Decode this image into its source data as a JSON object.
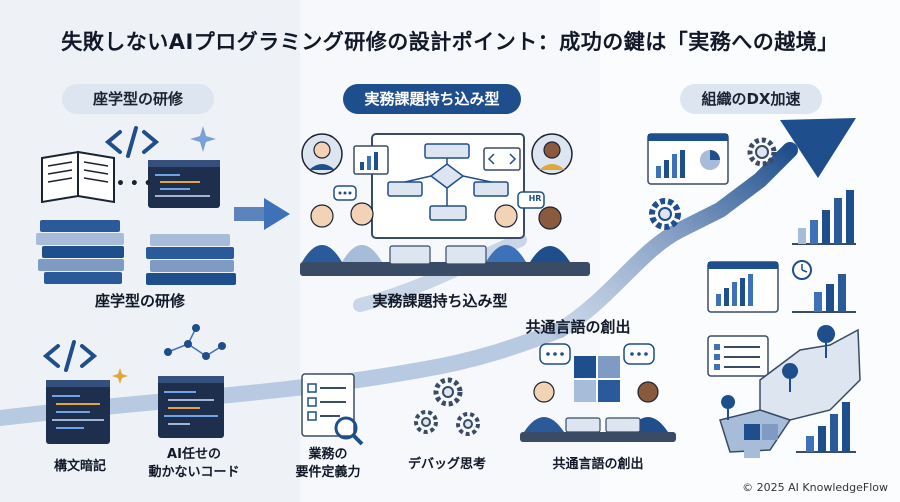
{
  "title": "失敗しないAIプログラミング研修の設計ポイント：成功の鍵は「実務への越境」",
  "sections": {
    "left": {
      "header": "座学型の研修",
      "label": "座学型の研修"
    },
    "middle": {
      "header": "実務課題持ち込み型",
      "label": "実務課題持ち込み型"
    },
    "right": {
      "header": "組織のDX加速"
    }
  },
  "common_language": {
    "heading": "共通言語の創出",
    "label": "共通言語の創出"
  },
  "pitfalls": {
    "syntax": "構文暗記",
    "ai_code_line1": "AI任せの",
    "ai_code_line2": "動かないコード"
  },
  "skills": {
    "requirements_line1": "業務の",
    "requirements_line2": "要件定義力",
    "debug": "デバッグ思考"
  },
  "icons": {
    "code": "</>",
    "hr": "HR",
    "dots": "• • •"
  },
  "colors": {
    "primary": "#1f4e8c",
    "accent": "#3d72b8",
    "light": "#dde5f0",
    "gold": "#e0a63a"
  },
  "copyright": "© 2025 AI KnowledgeFlow"
}
